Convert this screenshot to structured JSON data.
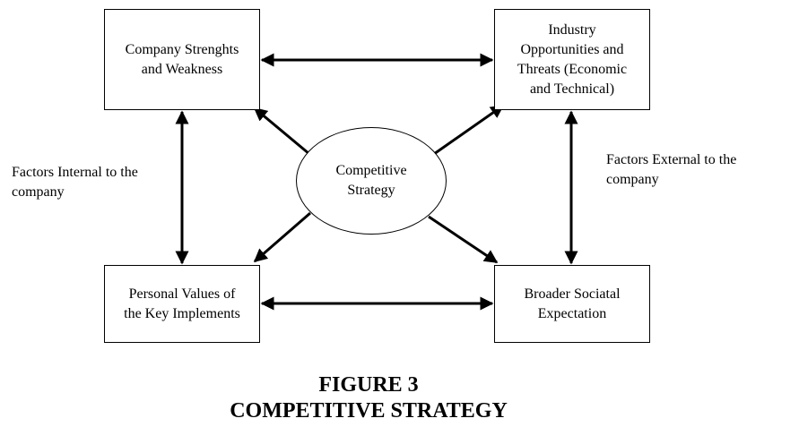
{
  "diagram": {
    "boxes": {
      "top_left": "Company Strenghts\nand Weakness",
      "top_right": "Industry\nOpportunities and\nThreats (Economic\nand Technical)",
      "bottom_left": "Personal Values of\nthe Key Implements",
      "bottom_right": "Broader Sociatal\nExpectation"
    },
    "center": "Competitive\nStrategy",
    "labels": {
      "internal": "Factors Internal  to the\ncompany",
      "external": "Factors External to the\ncompany"
    }
  },
  "caption": {
    "figure": "FIGURE 3",
    "title": "COMPETITIVE STRATEGY"
  }
}
